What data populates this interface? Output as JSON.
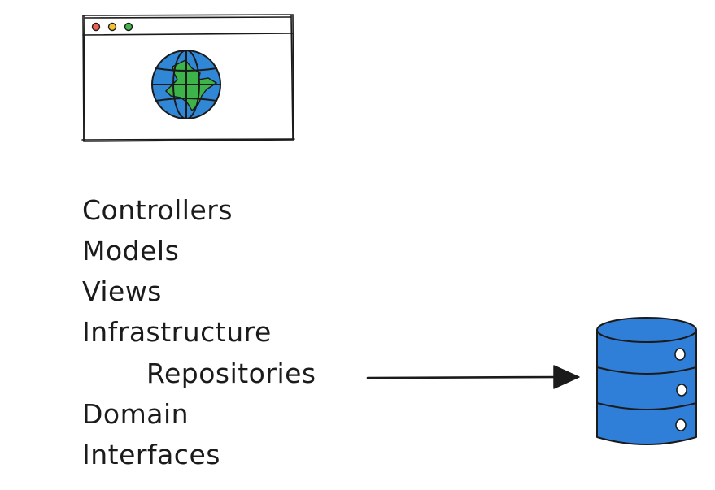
{
  "labels": {
    "controllers": "Controllers",
    "models": "Models",
    "views": "Views",
    "infrastructure": "Infrastructure",
    "repositories": "Repositories",
    "domain": "Domain",
    "interfaces": "Interfaces"
  },
  "colors": {
    "stroke": "#1b1b1b",
    "globe_water": "#2f87d6",
    "globe_land": "#3cb44a",
    "database_fill": "#2f7fd9",
    "dot_red": "#f25f52",
    "dot_yellow": "#f2c230",
    "dot_green": "#44b54a"
  },
  "icons": {
    "browser": "browser-window-icon",
    "globe": "globe-icon",
    "database": "database-icon",
    "arrow": "arrow-right-icon"
  }
}
